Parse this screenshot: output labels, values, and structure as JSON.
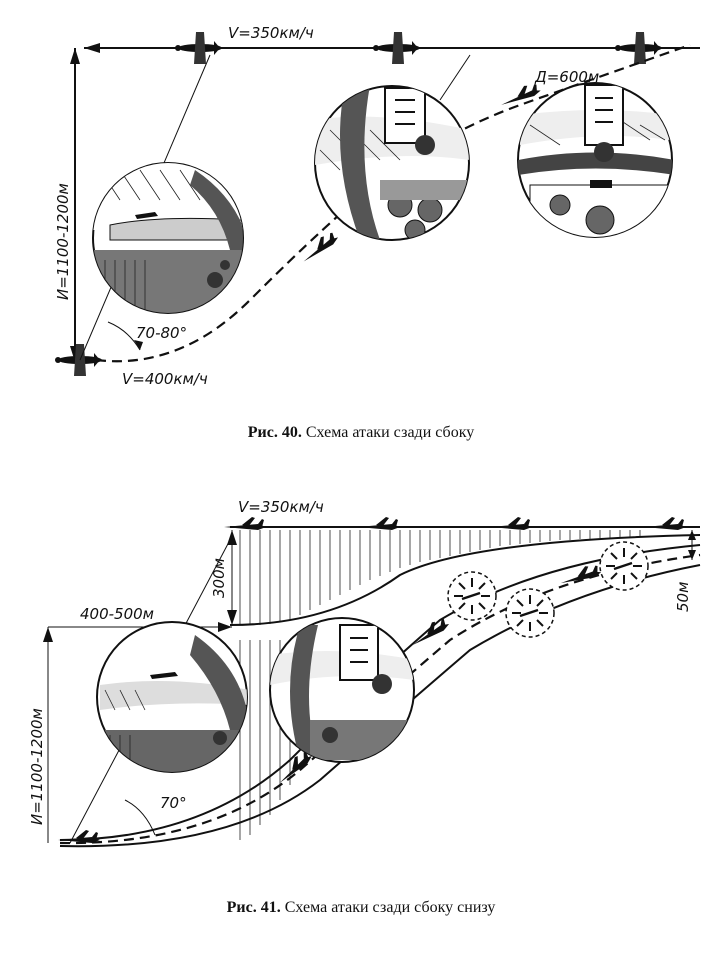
{
  "figure40": {
    "caption_prefix": "Рис. 40.",
    "caption_text": " Схема атаки сзади сбоку",
    "label_speed_top": "V=350км/ч",
    "label_speed_bottom": "V=400км/ч",
    "label_height": "И=1100-1200м",
    "label_angle": "70-80°",
    "label_distance": "Д=600м"
  },
  "figure41": {
    "caption_prefix": "Рис. 41.",
    "caption_text": " Схема атаки сзади сбоку снизу",
    "label_speed_top": "V=350км/ч",
    "label_height": "И=1100-1200м",
    "label_offset": "400-500м",
    "label_vertical_gap": "300м",
    "label_right_gap": "50м",
    "label_angle": "70°"
  },
  "icons": [
    "fighter-plane-icon",
    "bomber-plane-icon",
    "cockpit-view-icon",
    "flak-burst-icon"
  ]
}
